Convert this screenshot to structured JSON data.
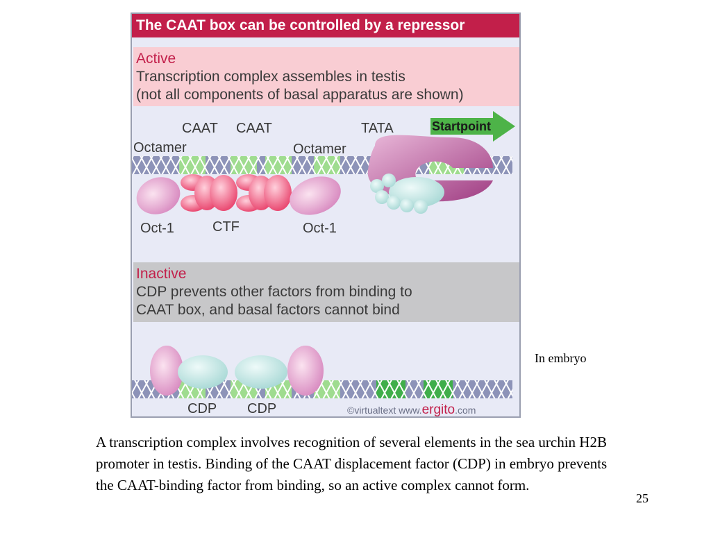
{
  "figure": {
    "title": "The CAAT box can be controlled by a repressor",
    "active": {
      "heading": "Active",
      "line1": "Transcription complex assembles in testis",
      "line2": "(not all components of basal apparatus are shown)"
    },
    "active_labels": {
      "caat1": "CAAT",
      "caat2": "CAAT",
      "tata": "TATA",
      "startpoint": "Startpoint",
      "octamer_left": "Octamer",
      "octamer_right": "Octamer",
      "oct1_left": "Oct-1",
      "ctf": "CTF",
      "oct1_right": "Oct-1"
    },
    "inactive": {
      "heading": "Inactive",
      "line1": "CDP prevents other factors from binding to",
      "line2": "CAAT box, and basal factors  cannot bind"
    },
    "inactive_labels": {
      "cdp1": "CDP",
      "cdp2": "CDP"
    },
    "credit": {
      "prefix": "©virtualtext www.",
      "brand": "ergito",
      "suffix": ".com"
    },
    "colors": {
      "title_bar": "#c21f4a",
      "active_bg": "#f9cdd3",
      "inactive_bg": "#c7c7c9",
      "panel_bg": "#e8eaf6",
      "dna": "#8d93b8",
      "element_box": "#9fdc8f",
      "arrow": "#4db348"
    }
  },
  "side_note": "In embryo",
  "caption": "A transcription complex involves recognition of several elements in the sea urchin H2B promoter in testis. Binding of the CAAT displacement factor (CDP) in embryo prevents the CAAT-binding factor from binding, so an active complex cannot form.",
  "page_number": "25"
}
